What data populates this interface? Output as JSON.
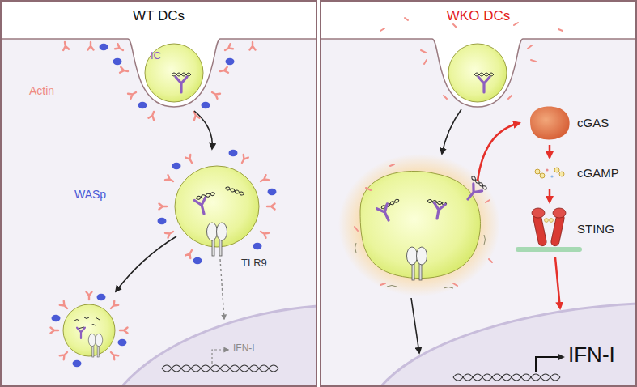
{
  "diagram": {
    "nodes": [
      {
        "text": [
          "WT DCs"
        ]
      },
      {
        "text": [
          "WKO DCs"
        ]
      },
      {
        "text": [
          "cGAS"
        ],
        "in": 1
      },
      {
        "text": [
          "cGAMP"
        ],
        "in": 1
      },
      {
        "text": [
          "STING"
        ],
        "in": 1
      }
    ],
    "edges": [
      {
        "from": 2,
        "to": 3,
        "arrow": "to"
      },
      {
        "from": 3,
        "to": 4,
        "arrow": "to"
      }
    ],
    "labels": [
      "IC",
      "Actin",
      "WASp",
      "TLR9",
      "IFN-I",
      "IFN-I"
    ]
  }
}
